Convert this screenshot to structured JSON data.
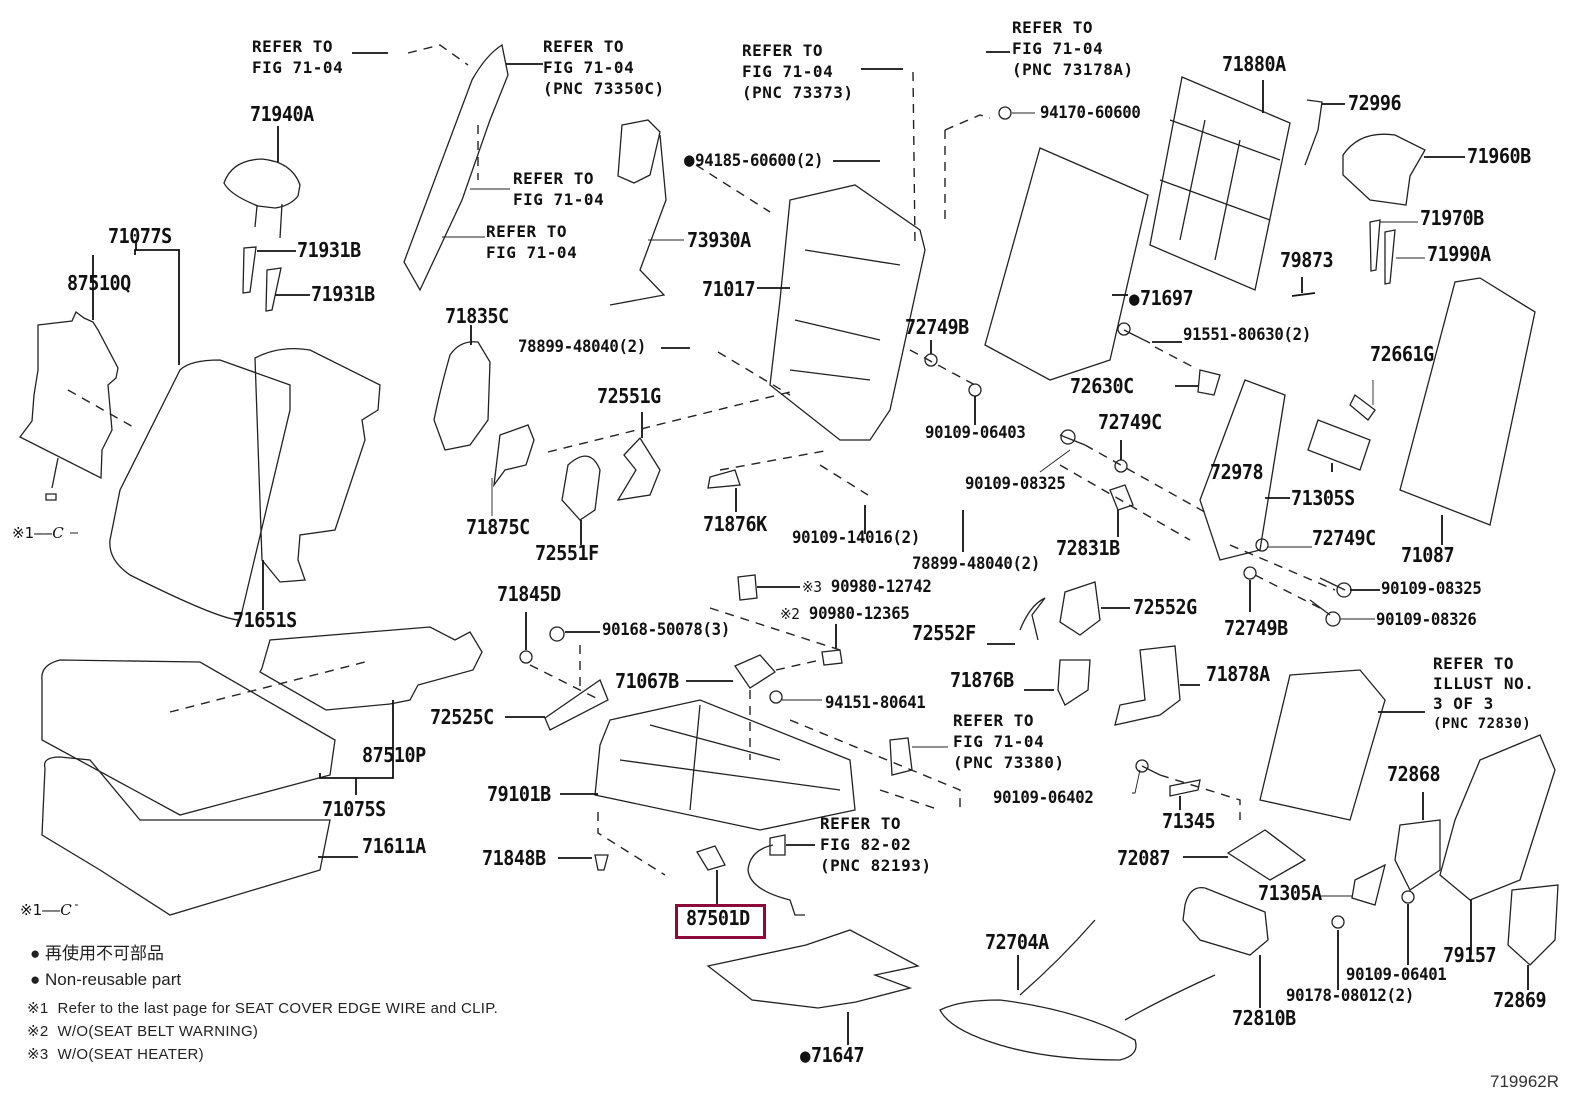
{
  "diagram": {
    "type": "exploded parts diagram",
    "subject": "rear seat assembly",
    "figure_code": "719962R",
    "highlight_color": "#8b0a3a",
    "highlighted_part": "87501D"
  },
  "refs": {
    "r1": [
      "REFER TO",
      "FIG 71-04"
    ],
    "r2": [
      "REFER TO",
      "FIG 71-04",
      "(PNC 73350C)"
    ],
    "r3": [
      "REFER TO",
      "FIG 71-04",
      "(PNC 73373)"
    ],
    "r4": [
      "REFER TO",
      "FIG 71-04",
      "(PNC 73178A)"
    ],
    "r5": [
      "REFER TO",
      "FIG 71-04"
    ],
    "r6": [
      "REFER TO",
      "FIG 71-04"
    ],
    "r7": [
      "REFER TO",
      "FIG 71-04",
      "(PNC 73380)"
    ],
    "r8": [
      "REFER TO",
      "FIG 82-02",
      "(PNC 82193)"
    ],
    "r9": [
      "REFER TO",
      "ILLUST NO.",
      "3 OF 3",
      "(PNC 72830)"
    ]
  },
  "parts": {
    "p71940A": "71940A",
    "p71931B_1": "71931B",
    "p71931B_2": "71931B",
    "p71077S": "71077S",
    "p87510Q": "87510Q",
    "p71651S": "71651S",
    "p94185": "94185-60600(2)",
    "p73930A": "73930A",
    "p71017": "71017",
    "p71835C": "71835C",
    "p78899_a": "78899-48040(2)",
    "p72551G": "72551G",
    "p71875C": "71875C",
    "p72551F": "72551F",
    "p71876K": "71876K",
    "p90109_14016": "90109-14016(2)",
    "p78899_b": "78899-48040(2)",
    "p72749B_1": "72749B",
    "p90109_06403": "90109-06403",
    "p94170": "94170-60600",
    "p71697": "71697",
    "p71880A": "71880A",
    "p72996": "72996",
    "p71960B": "71960B",
    "p71970B": "71970B",
    "p71990A": "71990A",
    "p79873": "79873",
    "p91551": "91551-80630(2)",
    "p72630C": "72630C",
    "p72661G": "72661G",
    "p72749C_1": "72749C",
    "p90109_08325_a": "90109-08325",
    "p72978": "72978",
    "p71305S": "71305S",
    "p72831B": "72831B",
    "p72749C_2": "72749C",
    "p71087": "71087",
    "p90109_08325_b": "90109-08325",
    "p90109_08326": "90109-08326",
    "p72749B_2": "72749B",
    "p72552G": "72552G",
    "p72552F": "72552F",
    "p71845D": "71845D",
    "p90168": "90168-50078(3)",
    "p90980_12742": "90980-12742",
    "p90980_12365": "90980-12365",
    "p71067B": "71067B",
    "p94151": "94151-80641",
    "p72525C": "72525C",
    "p79101B": "79101B",
    "p71848B": "71848B",
    "p87501D": "87501D",
    "p71647": "71647",
    "p87510P": "87510P",
    "p71075S": "71075S",
    "p71611A": "71611A",
    "p71876B": "71876B",
    "p71878A": "71878A",
    "p90109_06402": "90109-06402",
    "p71345": "71345",
    "p72087": "72087",
    "p71305A": "71305A",
    "p72810B": "72810B",
    "p72704A": "72704A",
    "p90178": "90178-08012(2)",
    "p90109_06401": "90109-06401",
    "p72868": "72868",
    "p79157": "79157",
    "p72869": "72869"
  },
  "marks": {
    "note1": "※1",
    "note2": "※2",
    "note3": "※3",
    "clip": "C"
  },
  "legend": {
    "nonreusable_jp": "再使用不可部品",
    "nonreusable_en": "Non-reusable part",
    "notes": [
      {
        "mark": "※1",
        "text": "Refer to the last page for SEAT COVER EDGE WIRE and CLIP."
      },
      {
        "mark": "※2",
        "text": "W/O(SEAT BELT WARNING)"
      },
      {
        "mark": "※3",
        "text": "W/O(SEAT HEATER)"
      }
    ]
  }
}
